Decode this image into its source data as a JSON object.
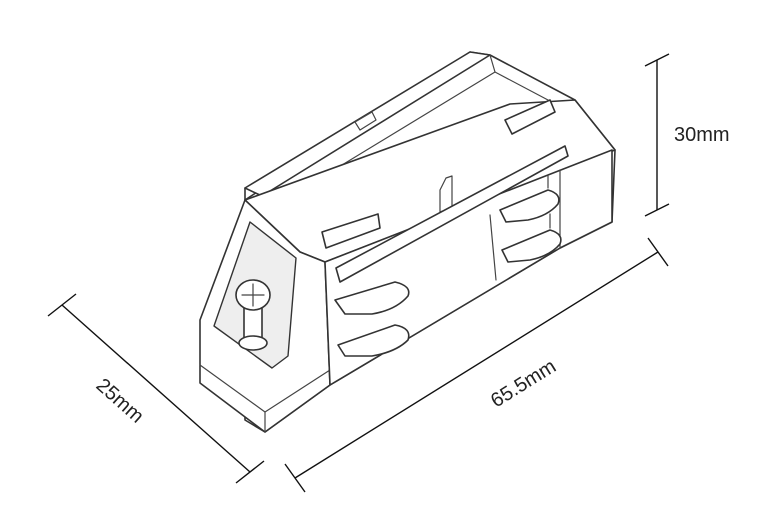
{
  "dimensions": {
    "height": "30mm",
    "width": "25mm",
    "length": "65.5mm"
  },
  "colors": {
    "line": "#333333",
    "dimension_line": "#111111",
    "background": "#ffffff"
  },
  "icons": {
    "screw": "phillips-screw-icon"
  }
}
